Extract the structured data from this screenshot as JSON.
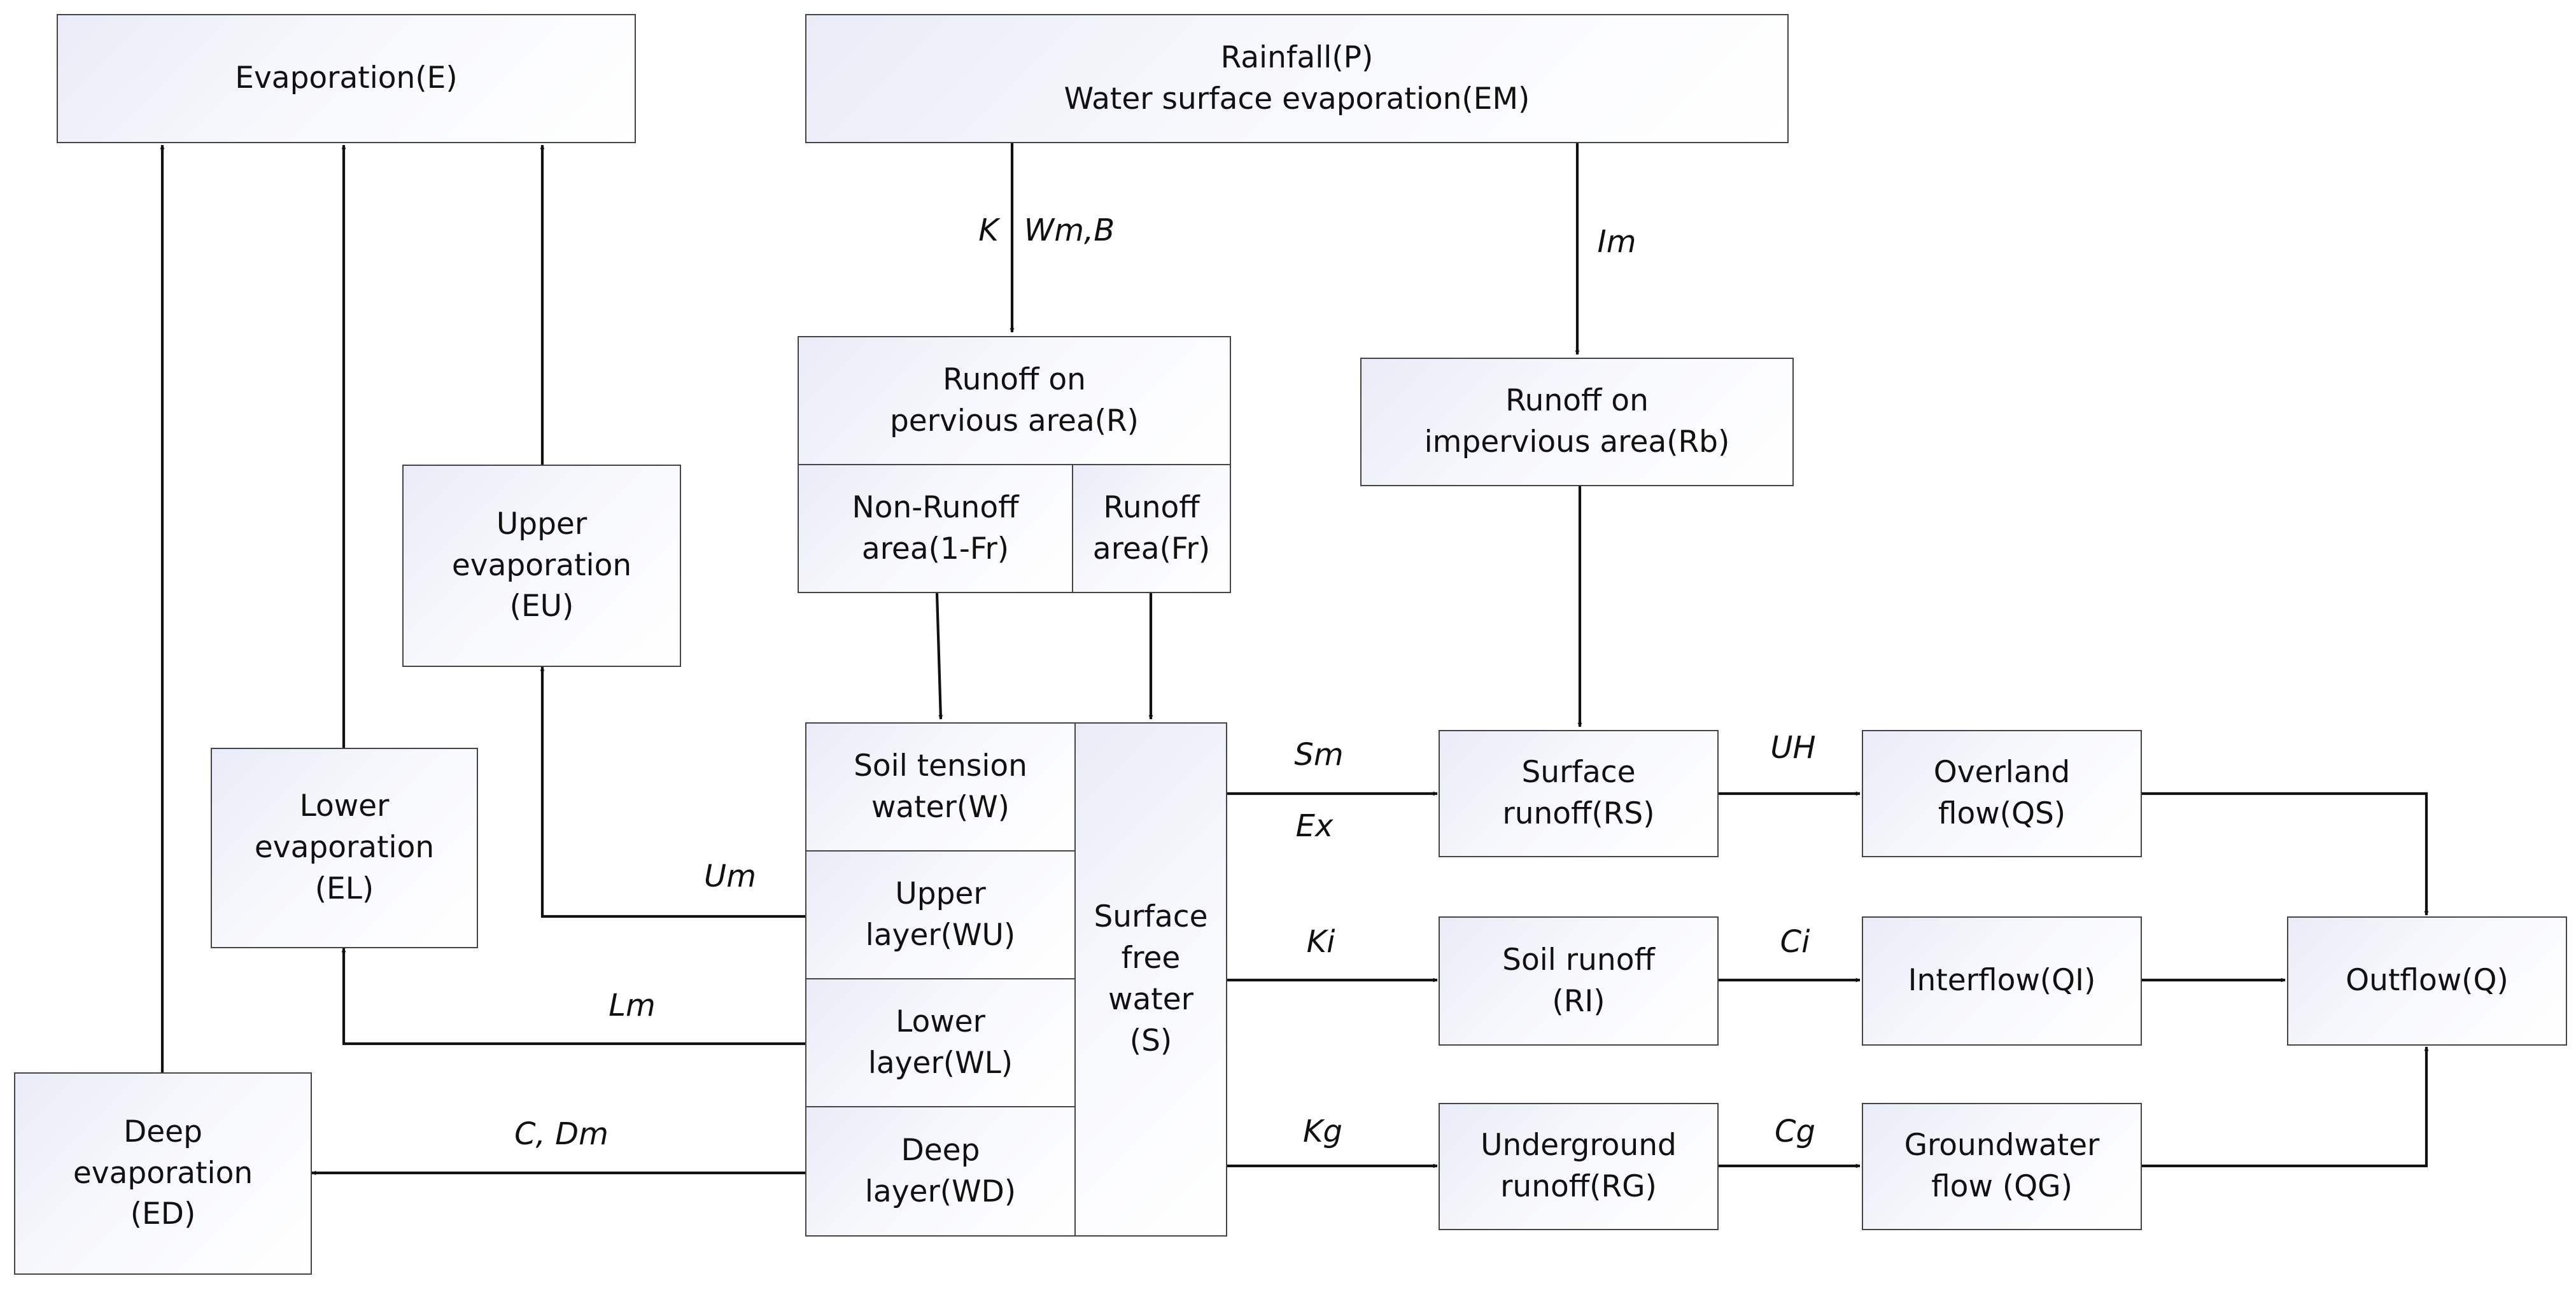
{
  "nodes": {
    "evaporation": "Evaporation(E)",
    "rainfall": "Rainfall(P)\nWater surface evaporation(EM)",
    "runoff_pervious": "Runoff on\npervious area(R)",
    "non_runoff_area": "Non-Runoff\narea(1-Fr)",
    "runoff_area": "Runoff\narea(Fr)",
    "runoff_impervious": "Runoff on\nimpervious area(Rb)",
    "upper_evaporation": "Upper\nevaporation\n(EU)",
    "lower_evaporation": "Lower\nevaporation\n(EL)",
    "deep_evaporation": "Deep\nevaporation\n(ED)",
    "soil_tension_water": "Soil tension\nwater(W)",
    "upper_layer": "Upper\nlayer(WU)",
    "lower_layer": "Lower\nlayer(WL)",
    "deep_layer": "Deep\nlayer(WD)",
    "surface_free_water": "Surface\nfree\nwater\n(S)",
    "surface_runoff": "Surface\nrunoff(RS)",
    "soil_runoff": "Soil runoff\n(RI)",
    "underground_runoff": "Underground\nrunoff(RG)",
    "overland_flow": "Overland\nflow(QS)",
    "interflow": "Interflow(QI)",
    "groundwater_flow": "Groundwater\nflow (QG)",
    "outflow": "Outflow(Q)"
  },
  "edge_labels": {
    "k": "K",
    "wm_b": "Wm,B",
    "im": "Im",
    "sm": "Sm",
    "ex": "Ex",
    "ki": "Ki",
    "kg": "Kg",
    "uh": "UH",
    "ci": "Ci",
    "cg": "Cg",
    "um": "Um",
    "lm": "Lm",
    "c_dm": "C, Dm"
  }
}
